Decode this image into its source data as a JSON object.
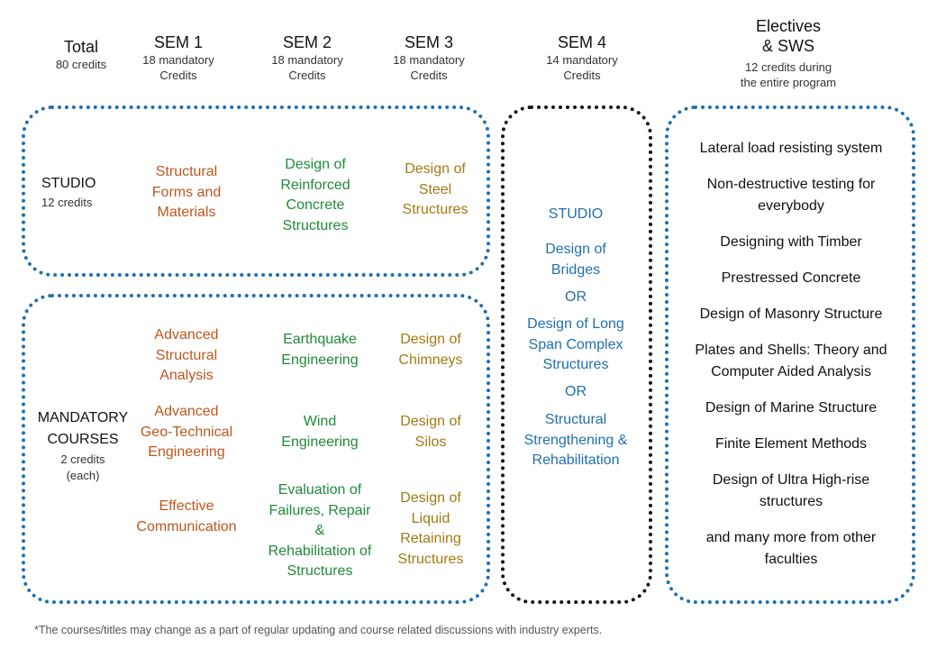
{
  "header": {
    "total": {
      "title": "Total",
      "sub": "80 credits"
    },
    "sem1": {
      "title": "SEM 1",
      "sub": "18 mandatory\nCredits"
    },
    "sem2": {
      "title": "SEM 2",
      "sub": "18 mandatory\nCredits"
    },
    "sem3": {
      "title": "SEM 3",
      "sub": "18 mandatory\nCredits"
    },
    "sem4": {
      "title": "SEM 4",
      "sub": "14 mandatory\nCredits"
    },
    "electives": {
      "title": "Electives\n& SWS",
      "sub": "12 credits during\nthe entire program"
    }
  },
  "studio_row": {
    "label": "STUDIO",
    "sub": "12 credits",
    "sem1": "Structural\nForms and\nMaterials",
    "sem2": "Design of\nReinforced\nConcrete\nStructures",
    "sem3": "Design of\nSteel\nStructures"
  },
  "mandatory_row": {
    "label": "MANDATORY\nCOURSES",
    "sub": "2 credits\n(each)",
    "sem1": [
      "Advanced\nStructural\nAnalysis",
      "Advanced\nGeo-Technical\nEngineering",
      "Effective\nCommunication"
    ],
    "sem2": [
      "Earthquake\nEngineering",
      "Wind\nEngineering",
      "Evaluation of\nFailures, Repair\n&\nRehabilitation of\nStructures"
    ],
    "sem3": [
      "Design of\nChimneys",
      "Design of\nSilos",
      "Design of\nLiquid\nRetaining\nStructures"
    ]
  },
  "sem4_column": [
    "STUDIO",
    "Design of\nBridges",
    "OR",
    "Design of Long\nSpan Complex\nStructures",
    "OR",
    "Structural\nStrengthening &\nRehabilitation"
  ],
  "electives": [
    "Lateral load resisting system",
    "Non-destructive testing for\neverybody",
    "Designing with Timber",
    "Prestressed Concrete",
    "Design of Masonry Structure",
    "Plates and Shells: Theory and\nComputer Aided Analysis",
    "Design of Marine Structure",
    "Finite Element Methods",
    "Design of Ultra High-rise\nstructures",
    "and many more from other\nfaculties"
  ],
  "footnote": "*The courses/titles may change as a part of regular updating and course related discussions with industry experts.",
  "colors": {
    "studio_border": "#1f6fb0",
    "sem4_border": "#111111",
    "sem1_text": "#c0561e",
    "sem2_text": "#1f8a3a",
    "sem3_text": "#a37a12",
    "sem4_text": "#1f6fb0"
  }
}
